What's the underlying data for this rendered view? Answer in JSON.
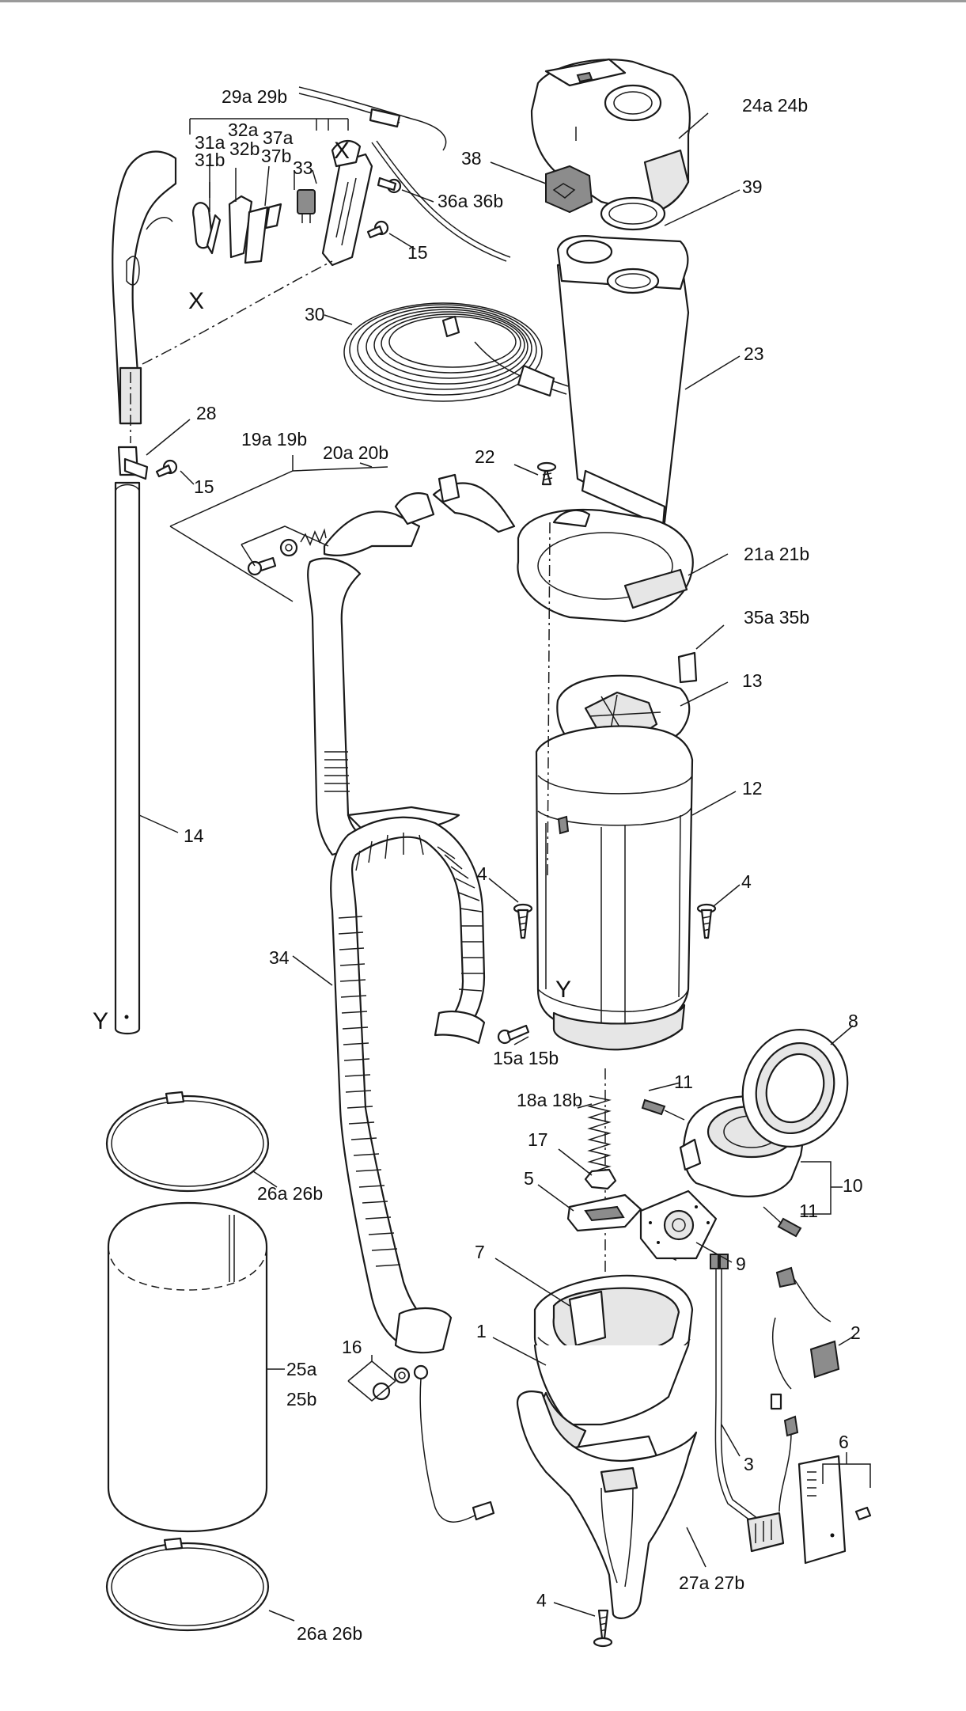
{
  "labels": {
    "l29": "29a  29b",
    "l32a": "32a",
    "l31a": "31a",
    "l32b": "32b",
    "l37a": "37a",
    "l31b": "31b",
    "l37b": "37b",
    "l33": "33",
    "lX1": "X",
    "lX2": "X",
    "l38": "38",
    "l36": "36a  36b",
    "l24": "24a  24b",
    "l39": "39",
    "l15a": "15",
    "l30": "30",
    "l23": "23",
    "l28": "28",
    "l19": "19a  19b",
    "l20": "20a  20b",
    "l22": "22",
    "l15b": "15",
    "l21": "21a  21b",
    "l35": "35a  35b",
    "l13": "13",
    "l12": "12",
    "l14": "14",
    "l4a": "4",
    "l4b": "4",
    "l34": "34",
    "lY1": "Y",
    "lY2": "Y",
    "l15c": "15a  15b",
    "l8": "8",
    "l11a": "11",
    "l18": "18a  18b",
    "l17": "17",
    "l10": "10",
    "l26a": "26a  26b",
    "l5": "5",
    "l11b": "11",
    "l9": "9",
    "l7": "7",
    "l2": "2",
    "l1": "1",
    "l25a": "25a",
    "l25b": "25b",
    "l16": "16",
    "l3": "3",
    "l6": "6",
    "l27": "27a  27b",
    "l4c": "4",
    "l26b": "26a  26b"
  }
}
